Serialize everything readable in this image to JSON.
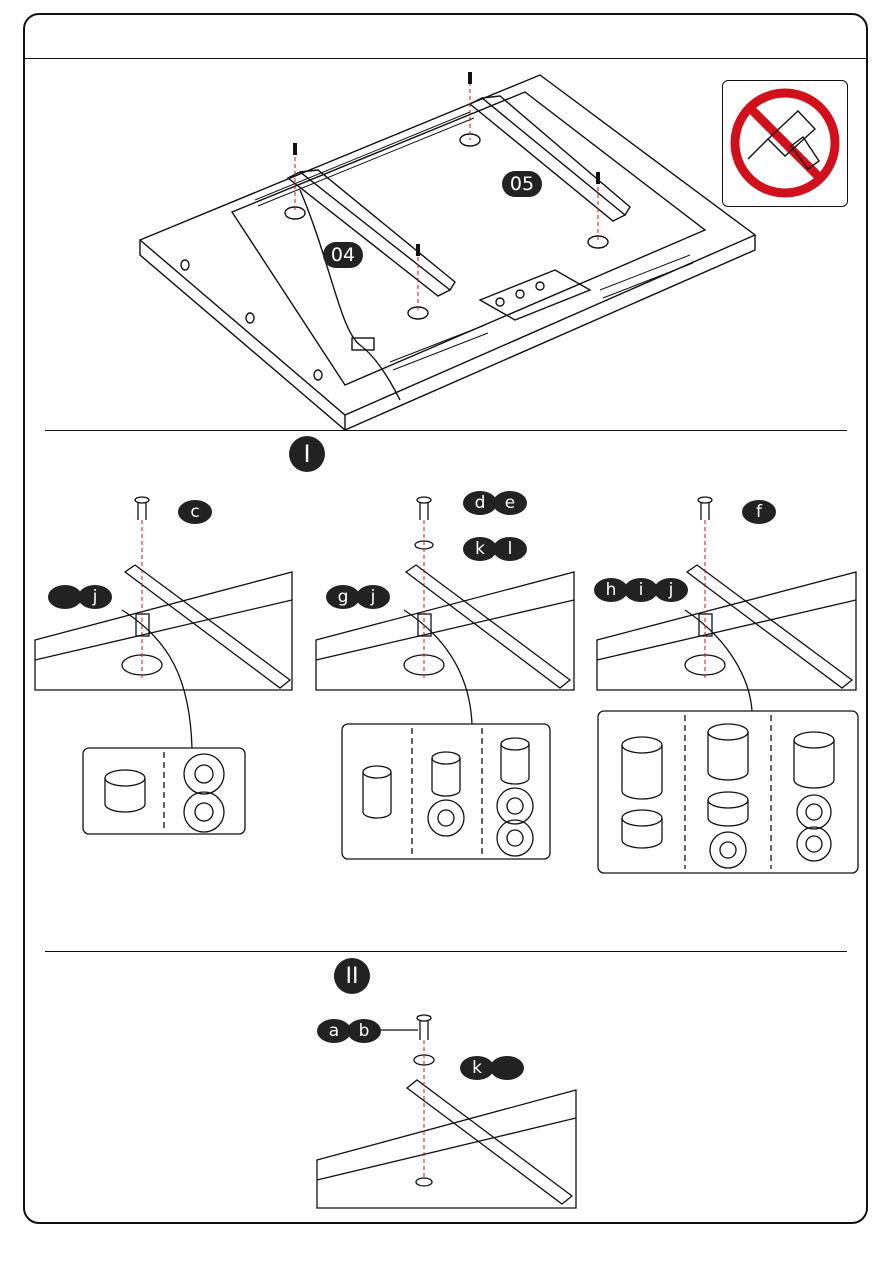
{
  "overview": {
    "step_labels": [
      "04",
      "05"
    ]
  },
  "warning": {
    "icon": "no-power-drill-icon"
  },
  "section_1": {
    "roman": "I",
    "panels": [
      {
        "screw_labels": [
          "c"
        ],
        "washer_labels": [],
        "spacer_labels": [
          "",
          "j"
        ]
      },
      {
        "screw_labels": [
          "d",
          "e"
        ],
        "washer_labels": [
          "k",
          "l"
        ],
        "spacer_labels": [
          "g",
          "j"
        ]
      },
      {
        "screw_labels": [
          "f"
        ],
        "washer_labels": [],
        "spacer_labels": [
          "h",
          "i",
          "j"
        ]
      }
    ]
  },
  "section_2": {
    "roman": "II",
    "screw_labels": [
      "a",
      "b"
    ],
    "washer_labels": [
      "k",
      ""
    ]
  },
  "colors": {
    "ink": "#111111",
    "badge": "#222222",
    "guide": "#d0101a"
  }
}
